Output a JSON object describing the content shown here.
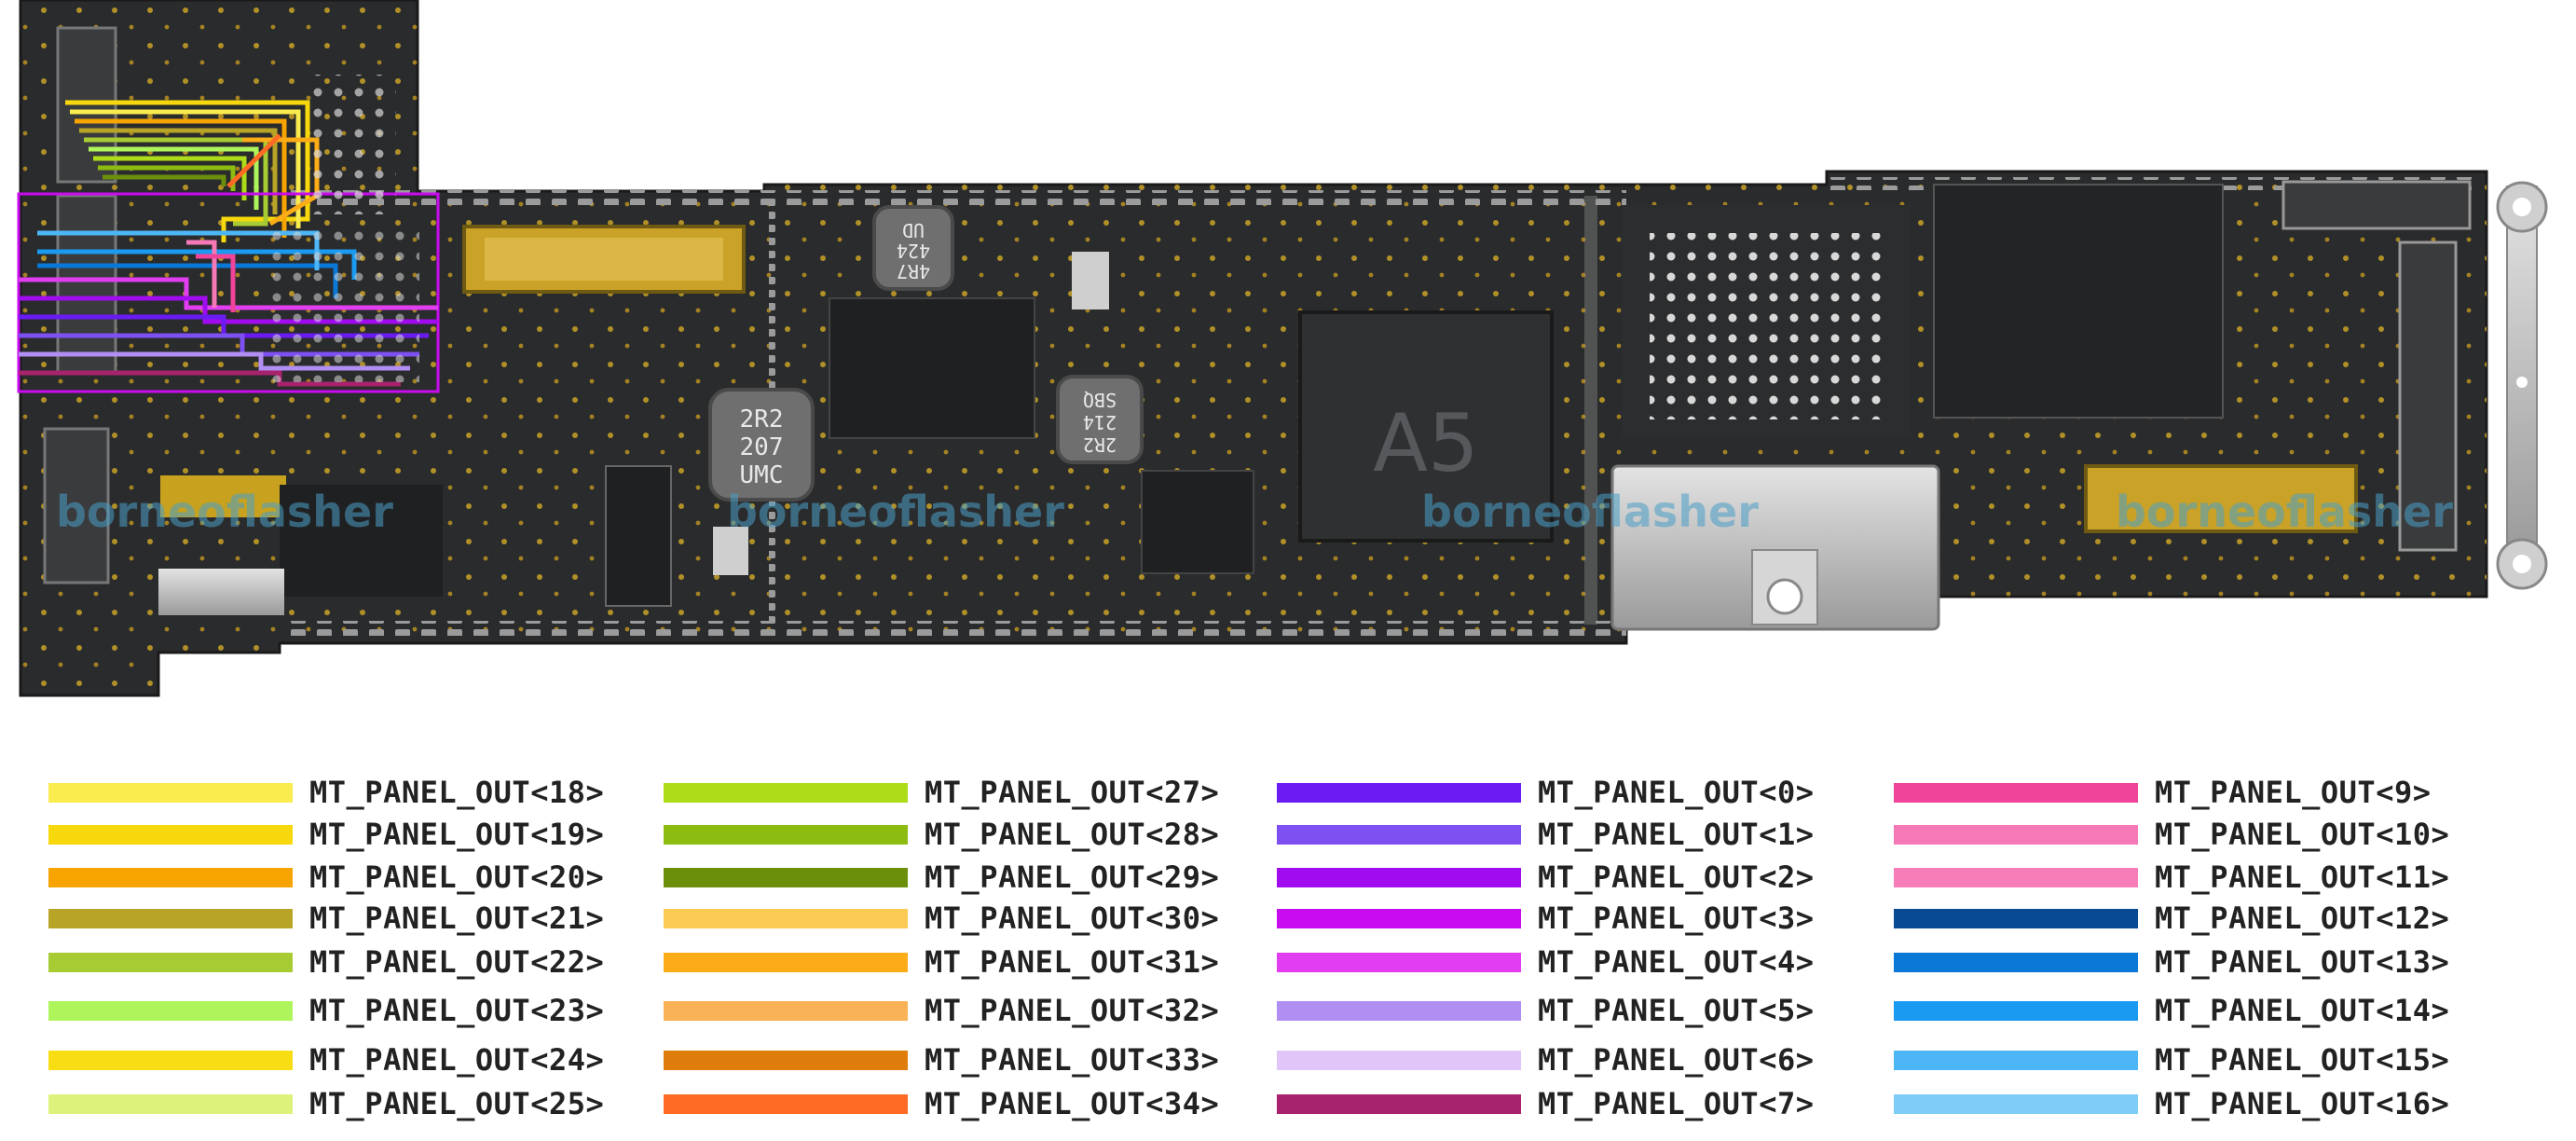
{
  "board": {
    "chips": {
      "inductor_left": [
        "2R2",
        "207",
        "UMC"
      ],
      "inductor_top": [
        "4R7",
        "424",
        "UD"
      ],
      "inductor_mid": [
        "2R2",
        "214",
        "SBQ"
      ],
      "soc_label": "A5"
    },
    "watermarks": [
      "borneoflasher",
      "borneoflasher",
      "borneoflasher",
      "borneoflasher"
    ]
  },
  "legend": {
    "columns": [
      {
        "items": [
          {
            "label": "MT_PANEL_OUT<18>",
            "color": "#FAEB4E"
          },
          {
            "label": "MT_PANEL_OUT<19>",
            "color": "#F6D80C"
          },
          {
            "label": "MT_PANEL_OUT<20>",
            "color": "#F7A400"
          },
          {
            "label": "MT_PANEL_OUT<21>",
            "color": "#B8A528"
          },
          {
            "label": "MT_PANEL_OUT<22>",
            "color": "#A7CB32"
          },
          {
            "label": "MT_PANEL_OUT<23>",
            "color": "#AEF55C"
          },
          {
            "label": "MT_PANEL_OUT<24>",
            "color": "#F9DD14"
          },
          {
            "label": "MT_PANEL_OUT<25>",
            "color": "#DDF27A"
          }
        ]
      },
      {
        "items": [
          {
            "label": "MT_PANEL_OUT<27>",
            "color": "#ADDC19"
          },
          {
            "label": "MT_PANEL_OUT<28>",
            "color": "#8DBC11"
          },
          {
            "label": "MT_PANEL_OUT<29>",
            "color": "#6B8F0A"
          },
          {
            "label": "MT_PANEL_OUT<30>",
            "color": "#FBCB55"
          },
          {
            "label": "MT_PANEL_OUT<31>",
            "color": "#FBAC17"
          },
          {
            "label": "MT_PANEL_OUT<32>",
            "color": "#FAB257"
          },
          {
            "label": "MT_PANEL_OUT<33>",
            "color": "#DE7C0C"
          },
          {
            "label": "MT_PANEL_OUT<34>",
            "color": "#FF6A25"
          }
        ]
      },
      {
        "items": [
          {
            "label": "MT_PANEL_OUT<0>",
            "color": "#6A1BF1"
          },
          {
            "label": "MT_PANEL_OUT<1>",
            "color": "#7E4FF1"
          },
          {
            "label": "MT_PANEL_OUT<2>",
            "color": "#A10BF0"
          },
          {
            "label": "MT_PANEL_OUT<3>",
            "color": "#C90BEF"
          },
          {
            "label": "MT_PANEL_OUT<4>",
            "color": "#E23EF1"
          },
          {
            "label": "MT_PANEL_OUT<5>",
            "color": "#B08EF2"
          },
          {
            "label": "MT_PANEL_OUT<6>",
            "color": "#E2C5F8"
          },
          {
            "label": "MT_PANEL_OUT<7>",
            "color": "#A8236E"
          }
        ]
      },
      {
        "items": [
          {
            "label": "MT_PANEL_OUT<9>",
            "color": "#F0439A"
          },
          {
            "label": "MT_PANEL_OUT<10>",
            "color": "#F679B7"
          },
          {
            "label": "MT_PANEL_OUT<11>",
            "color": "#F77DB8"
          },
          {
            "label": "MT_PANEL_OUT<12>",
            "color": "#084B93"
          },
          {
            "label": "MT_PANEL_OUT<13>",
            "color": "#0A78D6"
          },
          {
            "label": "MT_PANEL_OUT<14>",
            "color": "#1A9AF0"
          },
          {
            "label": "MT_PANEL_OUT<15>",
            "color": "#4DB6F6"
          },
          {
            "label": "MT_PANEL_OUT<16>",
            "color": "#7DCDF8"
          }
        ]
      }
    ]
  }
}
